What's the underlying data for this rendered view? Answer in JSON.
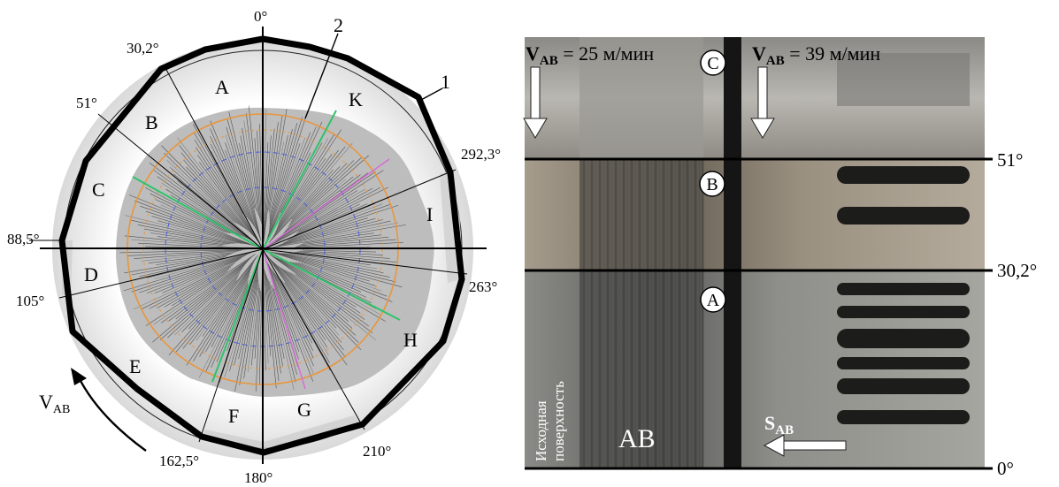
{
  "left_diagram": {
    "angle_labels": {
      "a0": "0°",
      "a30": "30,2°",
      "a51": "51°",
      "a88": "88,5°",
      "a105": "105°",
      "a162": "162,5°",
      "a180": "180°",
      "a210": "210°",
      "a263": "263°",
      "a292": "292,3°"
    },
    "zone_letters": {
      "A": "A",
      "B": "B",
      "C": "C",
      "D": "D",
      "E": "E",
      "F": "F",
      "G": "G",
      "H": "H",
      "I": "I",
      "K": "K"
    },
    "callouts": {
      "one": "1",
      "two": "2"
    },
    "velocity": {
      "main": "V",
      "sub": "AB"
    }
  },
  "photo": {
    "vab_left": {
      "main": "V",
      "sub": "AB",
      "value": " = 25 м/мин"
    },
    "vab_right": {
      "main": "V",
      "sub": "AB",
      "value": " = 39 м/мин"
    },
    "circle_labels": {
      "C": "C",
      "B": "B",
      "A": "A"
    },
    "line_labels": {
      "l51": "51°",
      "l30": "30,2°",
      "l0": "0°"
    },
    "vertical_text_1": "Исходная",
    "vertical_text_2": "поверхность",
    "ab_label": "AB",
    "sab": {
      "main": "S",
      "sub": "AB"
    }
  }
}
